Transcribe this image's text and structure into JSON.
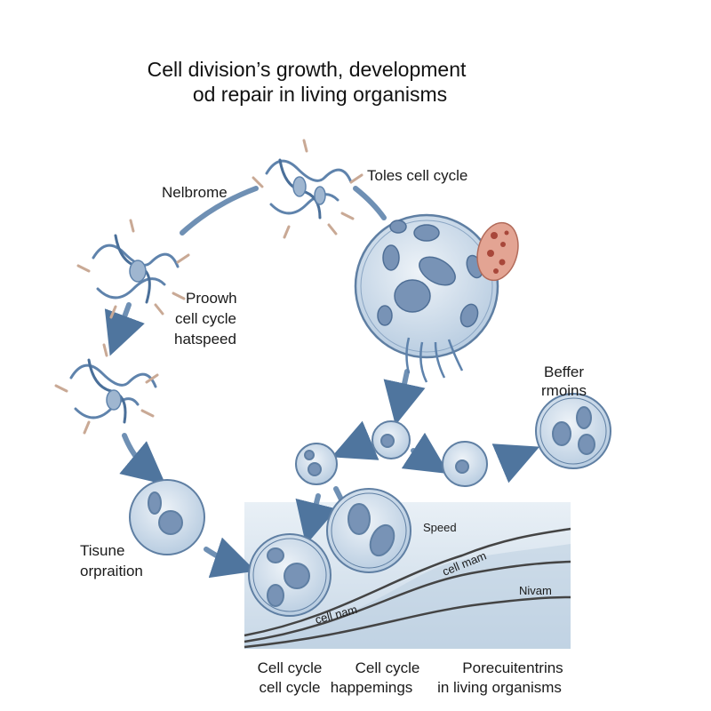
{
  "title": {
    "line1": "Cell division’s growth, development",
    "line2": "od repair in living organisms"
  },
  "labels": {
    "nelbrome": "Nelbrome",
    "toles": "Toles cell cycle",
    "proowh": [
      "Proowh",
      "cell cycle",
      "hatspeed"
    ],
    "beffer": [
      "Beffer",
      "rmoins"
    ],
    "speed": "Speed",
    "cell_mam": "cell mam",
    "nivam": "Nivam",
    "cell_nam": "cell nam",
    "tisune": [
      "Tisune",
      "orpraition"
    ]
  },
  "bottom_labels": [
    [
      "Cell cycle",
      "cell cycle"
    ],
    [
      "Cell cycle",
      "happemings"
    ],
    [
      "Porecuitentrins",
      "in living organisms"
    ]
  ],
  "colors": {
    "cell_fill": "#c9d8e8",
    "cell_stroke": "#5f7fa3",
    "nucleus": "#6f8fb3",
    "arrow": "#5a7fa6",
    "panel": "#dde8f1",
    "red_body": "#e3a493"
  }
}
